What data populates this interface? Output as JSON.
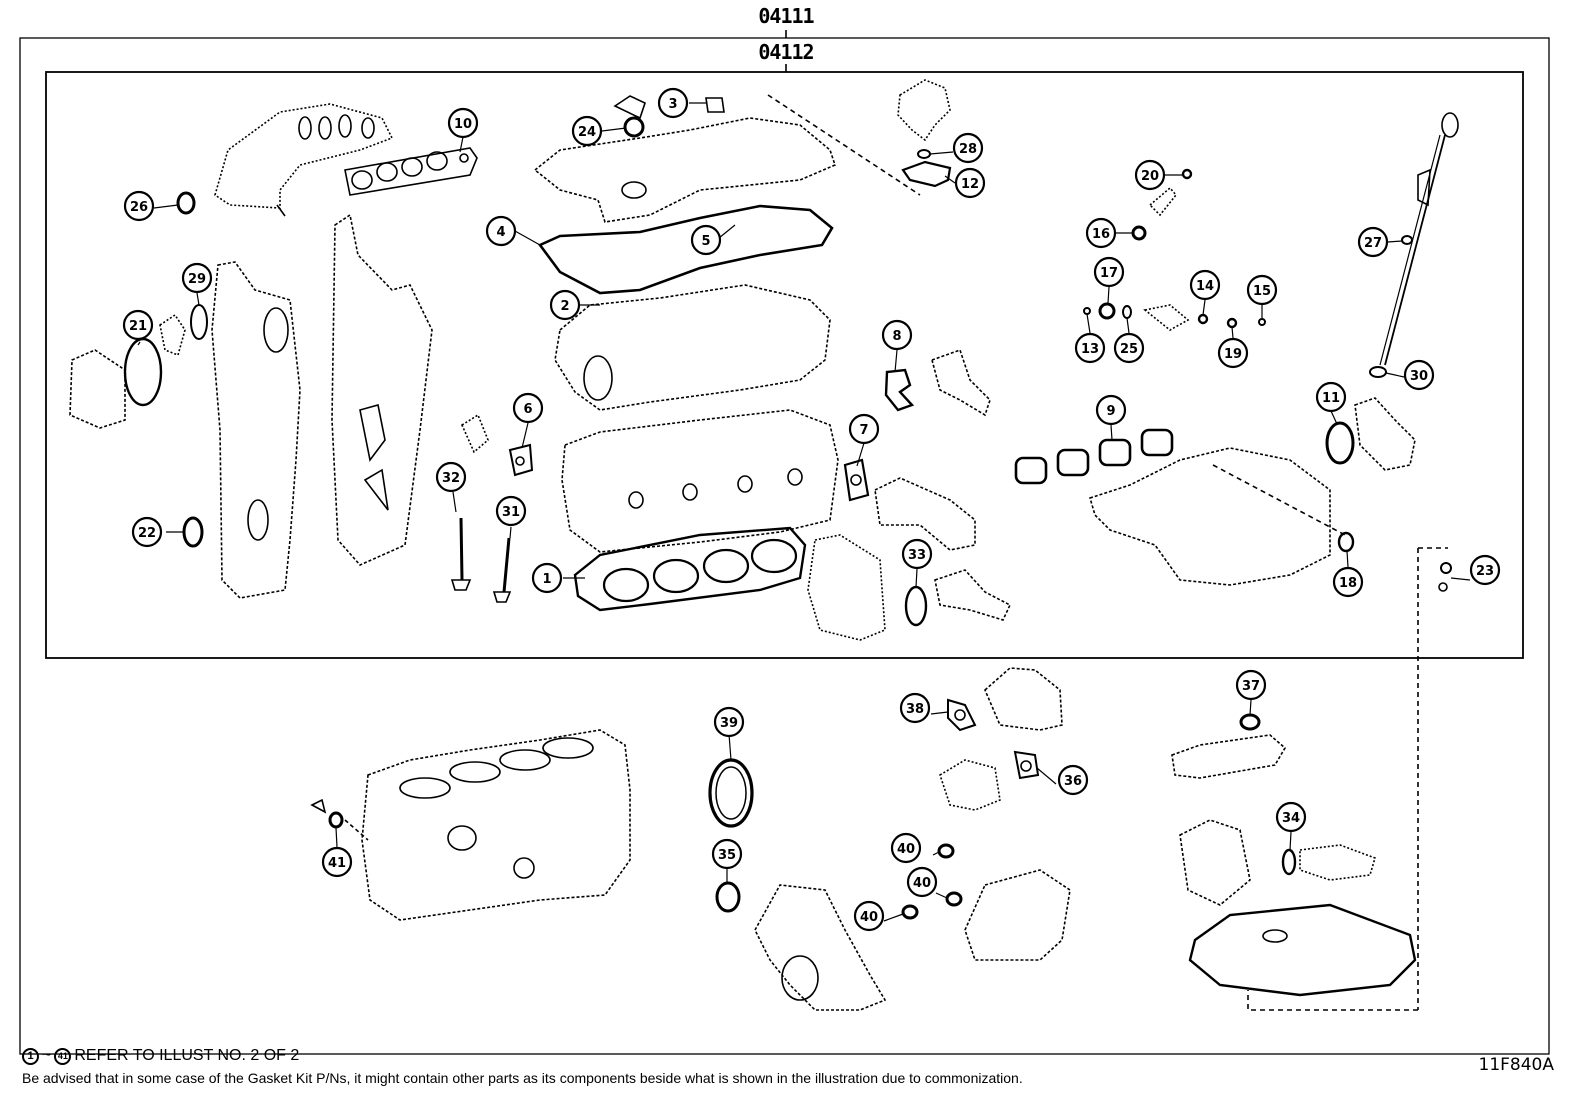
{
  "header": {
    "outer_code": "04111",
    "inner_code": "04112"
  },
  "callouts": [
    {
      "num": "1"
    },
    {
      "num": "2"
    },
    {
      "num": "3"
    },
    {
      "num": "4"
    },
    {
      "num": "5"
    },
    {
      "num": "6"
    },
    {
      "num": "7"
    },
    {
      "num": "8"
    },
    {
      "num": "9"
    },
    {
      "num": "10"
    },
    {
      "num": "11"
    },
    {
      "num": "12"
    },
    {
      "num": "13"
    },
    {
      "num": "14"
    },
    {
      "num": "15"
    },
    {
      "num": "16"
    },
    {
      "num": "17"
    },
    {
      "num": "18"
    },
    {
      "num": "19"
    },
    {
      "num": "20"
    },
    {
      "num": "21"
    },
    {
      "num": "22"
    },
    {
      "num": "23"
    },
    {
      "num": "24"
    },
    {
      "num": "25"
    },
    {
      "num": "26"
    },
    {
      "num": "27"
    },
    {
      "num": "28"
    },
    {
      "num": "29"
    },
    {
      "num": "30"
    },
    {
      "num": "31"
    },
    {
      "num": "32"
    },
    {
      "num": "33"
    },
    {
      "num": "34"
    },
    {
      "num": "35"
    },
    {
      "num": "36"
    },
    {
      "num": "37"
    },
    {
      "num": "38"
    },
    {
      "num": "39"
    },
    {
      "num": "40"
    },
    {
      "num": "40"
    },
    {
      "num": "40"
    },
    {
      "num": "41"
    }
  ],
  "notes": {
    "range_start": "1",
    "range_sep": "~",
    "range_end": "41",
    "range_text": "REFER TO ILLUST NO. 2 OF 2",
    "advisory": "Be advised that in some case of the Gasket Kit P/Ns,  it might contain other parts as its components beside what is shown in the illustration due to commonization."
  },
  "illustration_ref": "11F840A"
}
